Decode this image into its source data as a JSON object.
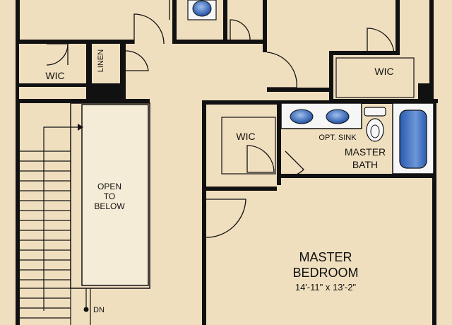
{
  "rooms": {
    "wic_left": "WIC",
    "linen": "LINEN",
    "wic_top_right": "WIC",
    "wic_center": "WIC",
    "opt_sink": "OPT. SINK",
    "master_bath_line1": "MASTER",
    "master_bath_line2": "BATH",
    "open_to_below_line1": "OPEN",
    "open_to_below_line2": "TO",
    "open_to_below_line3": "BELOW",
    "master_bedroom_line1": "MASTER",
    "master_bedroom_line2": "BEDROOM",
    "master_bedroom_size": "14'-11\" x 13'-2\"",
    "stairs_direction": "DN"
  },
  "colors": {
    "floor": "#f0dfbf",
    "open_area": "#f5ecd7",
    "wall": "#111111",
    "fixture_blue": "#2f63b4"
  }
}
